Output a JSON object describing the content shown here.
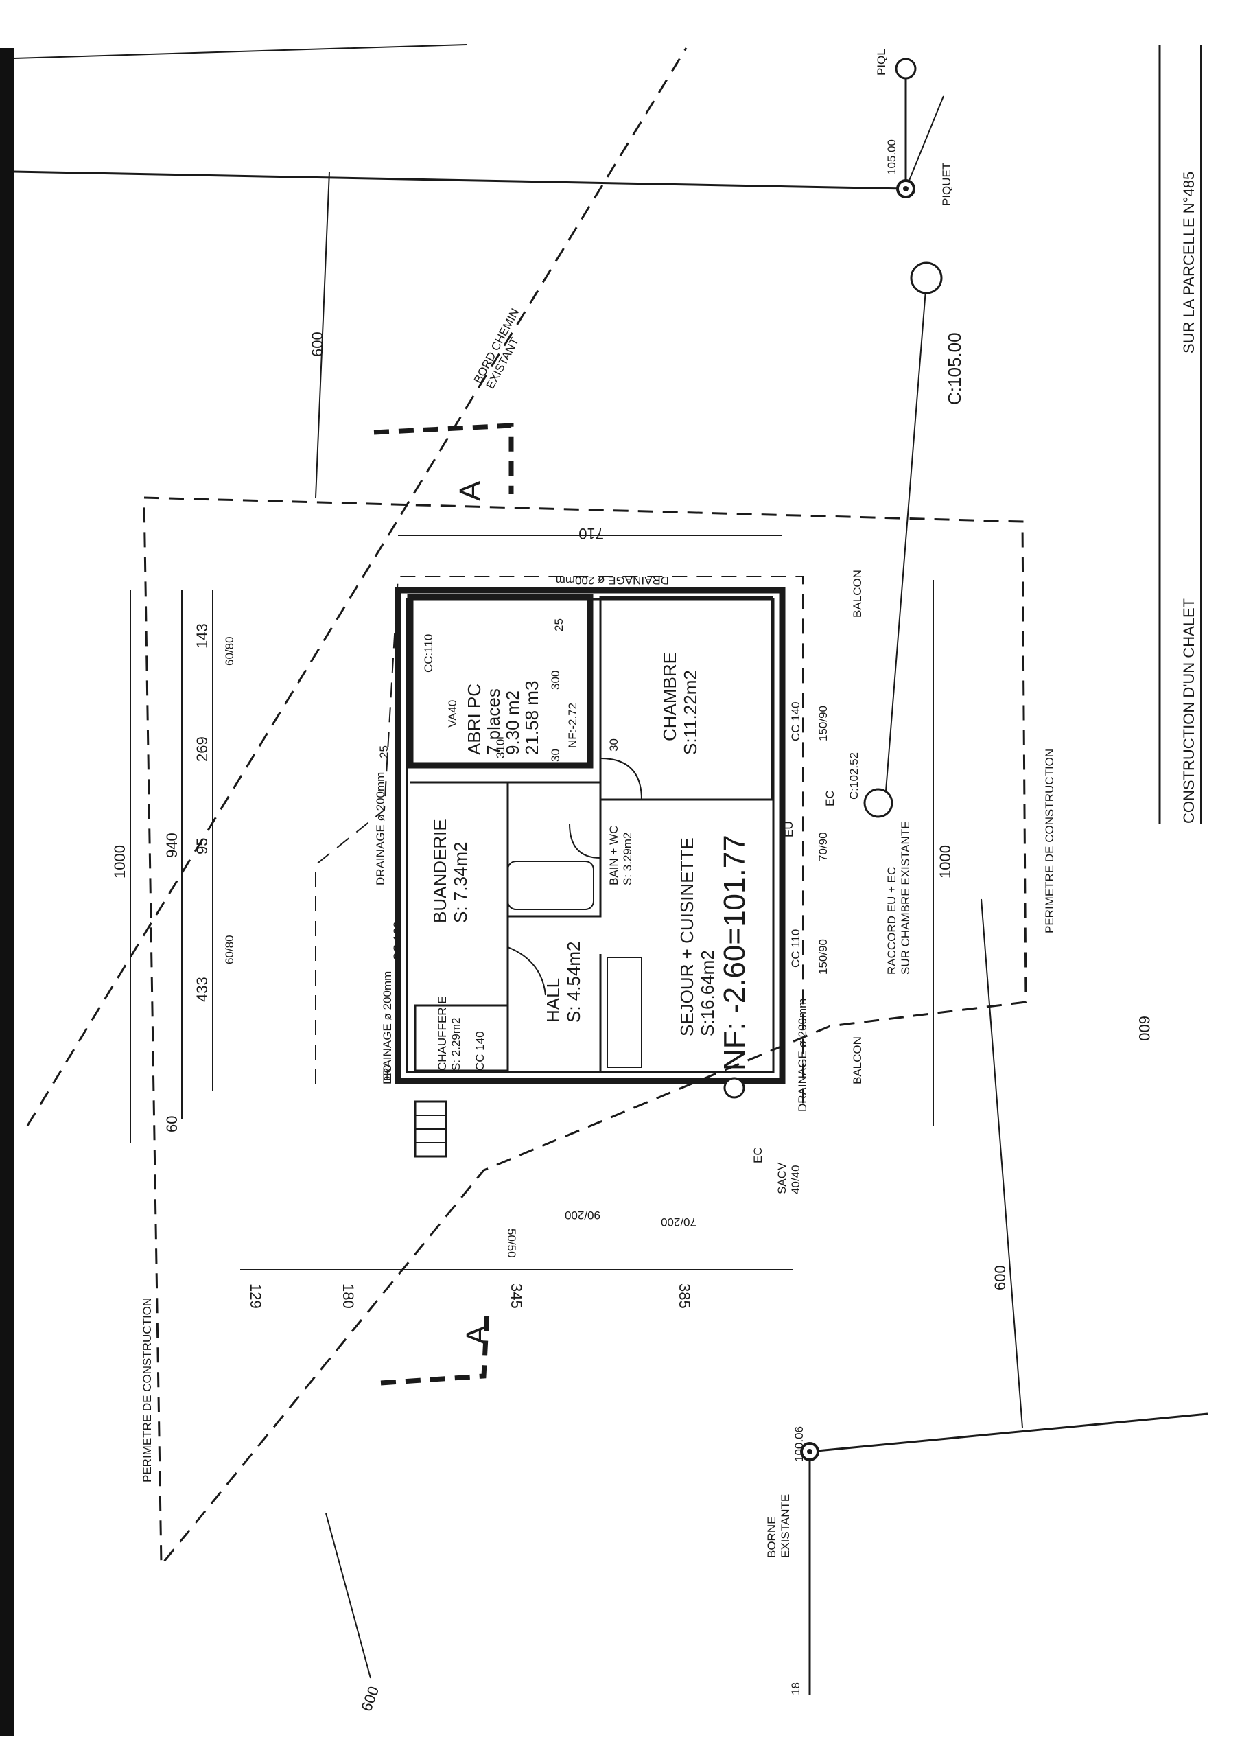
{
  "title_block": {
    "line1": "CONSTRUCTION D'UN CHALET",
    "line2": "SUR LA PARCELLE N°485"
  },
  "site_labels": {
    "piql": "PIQL",
    "piquet": "PIQUET",
    "piquet_alt": "105.00",
    "c_top": "C:105.00",
    "c_mid": "C:102.52",
    "bord_chemin_1": "BORD CHEMIN",
    "bord_chemin_2": "EXISTANT",
    "section_a": "A",
    "perimetre": "PERIMETRE DE CONSTRUCTION",
    "borne_1": "BORNE",
    "borne_2": "EXISTANTE",
    "borne_alt": "100.06",
    "raccord_1": "RACCORD EU + EC",
    "raccord_2": "SUR CHAMBRE EXISTANTE",
    "drainage": "DRAINAGE ø 200mm",
    "drainage_top": "DRAINAGE ø 200mm",
    "balcon": "BALCON",
    "sacv_1": "SACV",
    "sacv_2": "40/40",
    "ec": "EC",
    "eu": "EU"
  },
  "dimensions": {
    "d600_top": "600",
    "d600_right": "600",
    "d600_right2": "600",
    "d600_bottom": "600",
    "d1000_left": "1000",
    "d1000_right": "1000",
    "d940": "940",
    "d710": "710",
    "d143": "143",
    "d269": "269",
    "d95": "95",
    "d433": "433",
    "d60": "60",
    "d129": "129",
    "d180": "180",
    "d345": "345",
    "d385": "385",
    "d300": "300",
    "d310": "310",
    "d25a": "25",
    "d25b": "25",
    "d30a": "30",
    "d30b": "30",
    "d18": "18",
    "w6080a": "60/80",
    "w6080b": "60/80",
    "w5050": "50/50",
    "w90200": "90/200",
    "w70200": "70/200",
    "w15090a": "150/90",
    "w15090b": "150/90",
    "w7090": "70/90"
  },
  "rooms": {
    "abri_1": "ABRI PC",
    "abri_2": "7 places",
    "abri_3": "9.30 m2",
    "abri_4": "21.58 m3",
    "abri_nf": "NF:-2.72",
    "va40": "VA40",
    "cc110_6080": "CC:110",
    "chambre_1": "CHAMBRE",
    "chambre_2": "S:11.22m2",
    "buanderie_1": "BUANDERIE",
    "buanderie_2": "S: 7.34m2",
    "bain_1": "BAIN + WC",
    "bain_2": "S: 3.29m2",
    "sejour_1": "SEJOUR + CUISINETTE",
    "sejour_2": "S:16.64m2",
    "nf_main": "NF: -2.60=101.77",
    "hall_1": "HALL",
    "hall_2": "S: 4.54m2",
    "chaufferie_1": "CHAUFFERIE",
    "chaufferie_2": "S: 2.29m2",
    "cc140": "CC 140",
    "cc110": "CC 110",
    "cc120": "CC 120",
    "cc140b": "CC 140"
  }
}
